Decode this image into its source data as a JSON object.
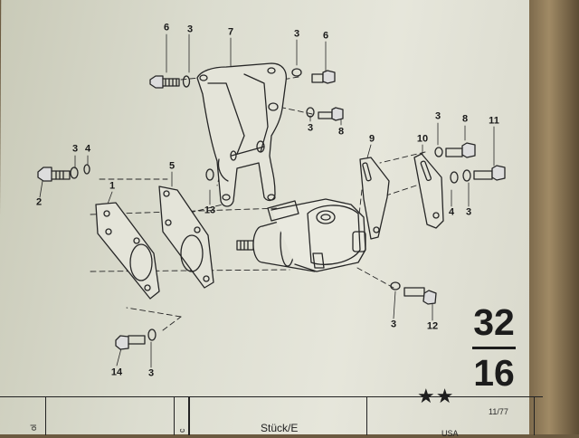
{
  "callouts": [
    {
      "id": "6a",
      "text": "6"
    },
    {
      "id": "3a",
      "text": "3"
    },
    {
      "id": "7",
      "text": "7"
    },
    {
      "id": "3b",
      "text": "3"
    },
    {
      "id": "6b",
      "text": "6"
    },
    {
      "id": "3c",
      "text": "3"
    },
    {
      "id": "8a",
      "text": "8"
    },
    {
      "id": "3d",
      "text": "3"
    },
    {
      "id": "4a",
      "text": "4"
    },
    {
      "id": "2",
      "text": "2"
    },
    {
      "id": "5",
      "text": "5"
    },
    {
      "id": "1",
      "text": "1"
    },
    {
      "id": "13",
      "text": "13"
    },
    {
      "id": "9",
      "text": "9"
    },
    {
      "id": "10",
      "text": "10"
    },
    {
      "id": "3e",
      "text": "3"
    },
    {
      "id": "8b",
      "text": "8"
    },
    {
      "id": "11",
      "text": "11"
    },
    {
      "id": "4b",
      "text": "4"
    },
    {
      "id": "3f",
      "text": "3"
    },
    {
      "id": "3g",
      "text": "3"
    },
    {
      "id": "12",
      "text": "12"
    },
    {
      "id": "14",
      "text": "14"
    },
    {
      "id": "3h",
      "text": "3"
    }
  ],
  "page_number": {
    "top": "32",
    "bottom": "16"
  },
  "stars": "★★",
  "edition": "11/77",
  "table": {
    "col1": "ol",
    "col2": "c",
    "col3": "Stück/E",
    "col4": "USA"
  }
}
